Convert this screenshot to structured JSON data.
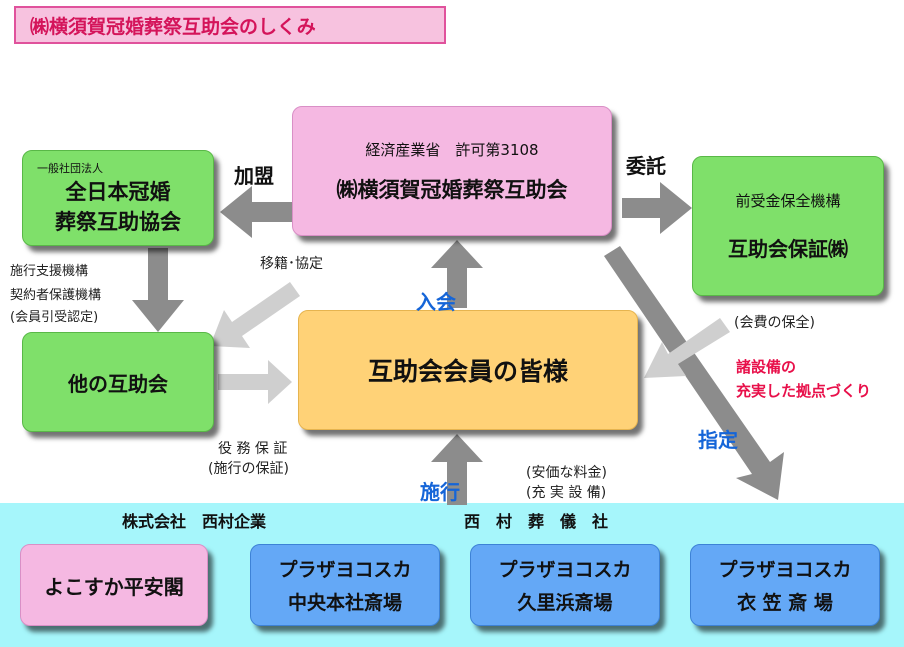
{
  "title": "㈱横須賀冠婚葬祭互助会のしくみ",
  "center_top": {
    "line1": "経済産業省　許可第3108",
    "line2": "㈱横須賀冠婚葬祭互助会"
  },
  "left_top": {
    "small": "一般社団法人",
    "line1": "全日本冠婚",
    "line2": "葬祭互助協会"
  },
  "right_top": {
    "line1": "前受金保全機構",
    "line2": "互助会保証㈱"
  },
  "left_mid": {
    "label": "他の互助会"
  },
  "center_mid": {
    "label": "互助会会員の皆様"
  },
  "labels": {
    "kamei": "加盟",
    "itaku": "委託",
    "iseki": "移籍･協定",
    "shiko_shien": "施行支援機構",
    "keiyakusha": "契約者保護機構",
    "kaiin_hikiuke": "(会員引受認定)",
    "kaihi_hozen": "(会費の保全)",
    "nyukai": "入会",
    "shitei": "指定",
    "shoset_line1": "諸設備の",
    "shoset_line2": "充実した拠点づくり",
    "ekimu_line1": "役 務 保 証",
    "ekimu_line2": "(施行の保証)",
    "anka_line1": "(安価な料金)",
    "anka_line2": "(充 実 設 備)",
    "seko": "施行"
  },
  "companies": {
    "nishimura_kigyo": "株式会社　西村企業",
    "nishimura_sogisha": "西　村　葬　儀　社"
  },
  "venues": [
    {
      "line1": "よこすか平安閣",
      "line2": ""
    },
    {
      "line1": "プラザヨコスカ",
      "line2": "中央本社斎場"
    },
    {
      "line1": "プラザヨコスカ",
      "line2": "久里浜斎場"
    },
    {
      "line1": "プラザヨコスカ",
      "line2": "衣 笠 斎 場"
    }
  ],
  "colors": {
    "green": "#7fe06a",
    "pink": "#f5b8e2",
    "yellow": "#ffd277",
    "blue": "#64a8f6",
    "band": "#a6f6fb",
    "title_text": "#d4145a",
    "accent_blue": "#1565d8",
    "accent_red": "#e8104a"
  }
}
